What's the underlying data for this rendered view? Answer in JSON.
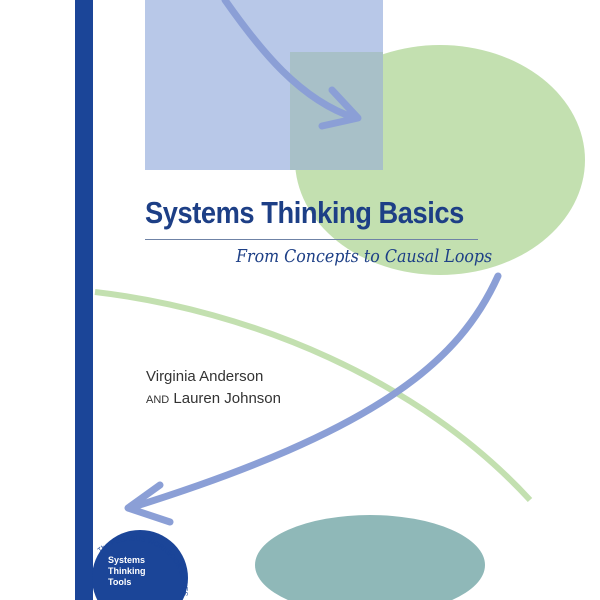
{
  "title": "Systems Thinking Basics",
  "subtitle": "From Concepts to Causal Loops",
  "authors": {
    "line1": "Virginia Anderson",
    "line2_prefix": "AND",
    "line2_name": "Lauren Johnson"
  },
  "series": {
    "arc_text": "The PEGASUS WORKBOOK SERIES",
    "badge_lines": [
      "Systems",
      "Thinking",
      "Tools"
    ]
  },
  "colors": {
    "spine": "#1b4598",
    "title": "#1d3f86",
    "square": "#b8c8e8",
    "green": "#c3e0b0",
    "teal": "#8fb8b8",
    "arrow": "#8b9fd6"
  }
}
